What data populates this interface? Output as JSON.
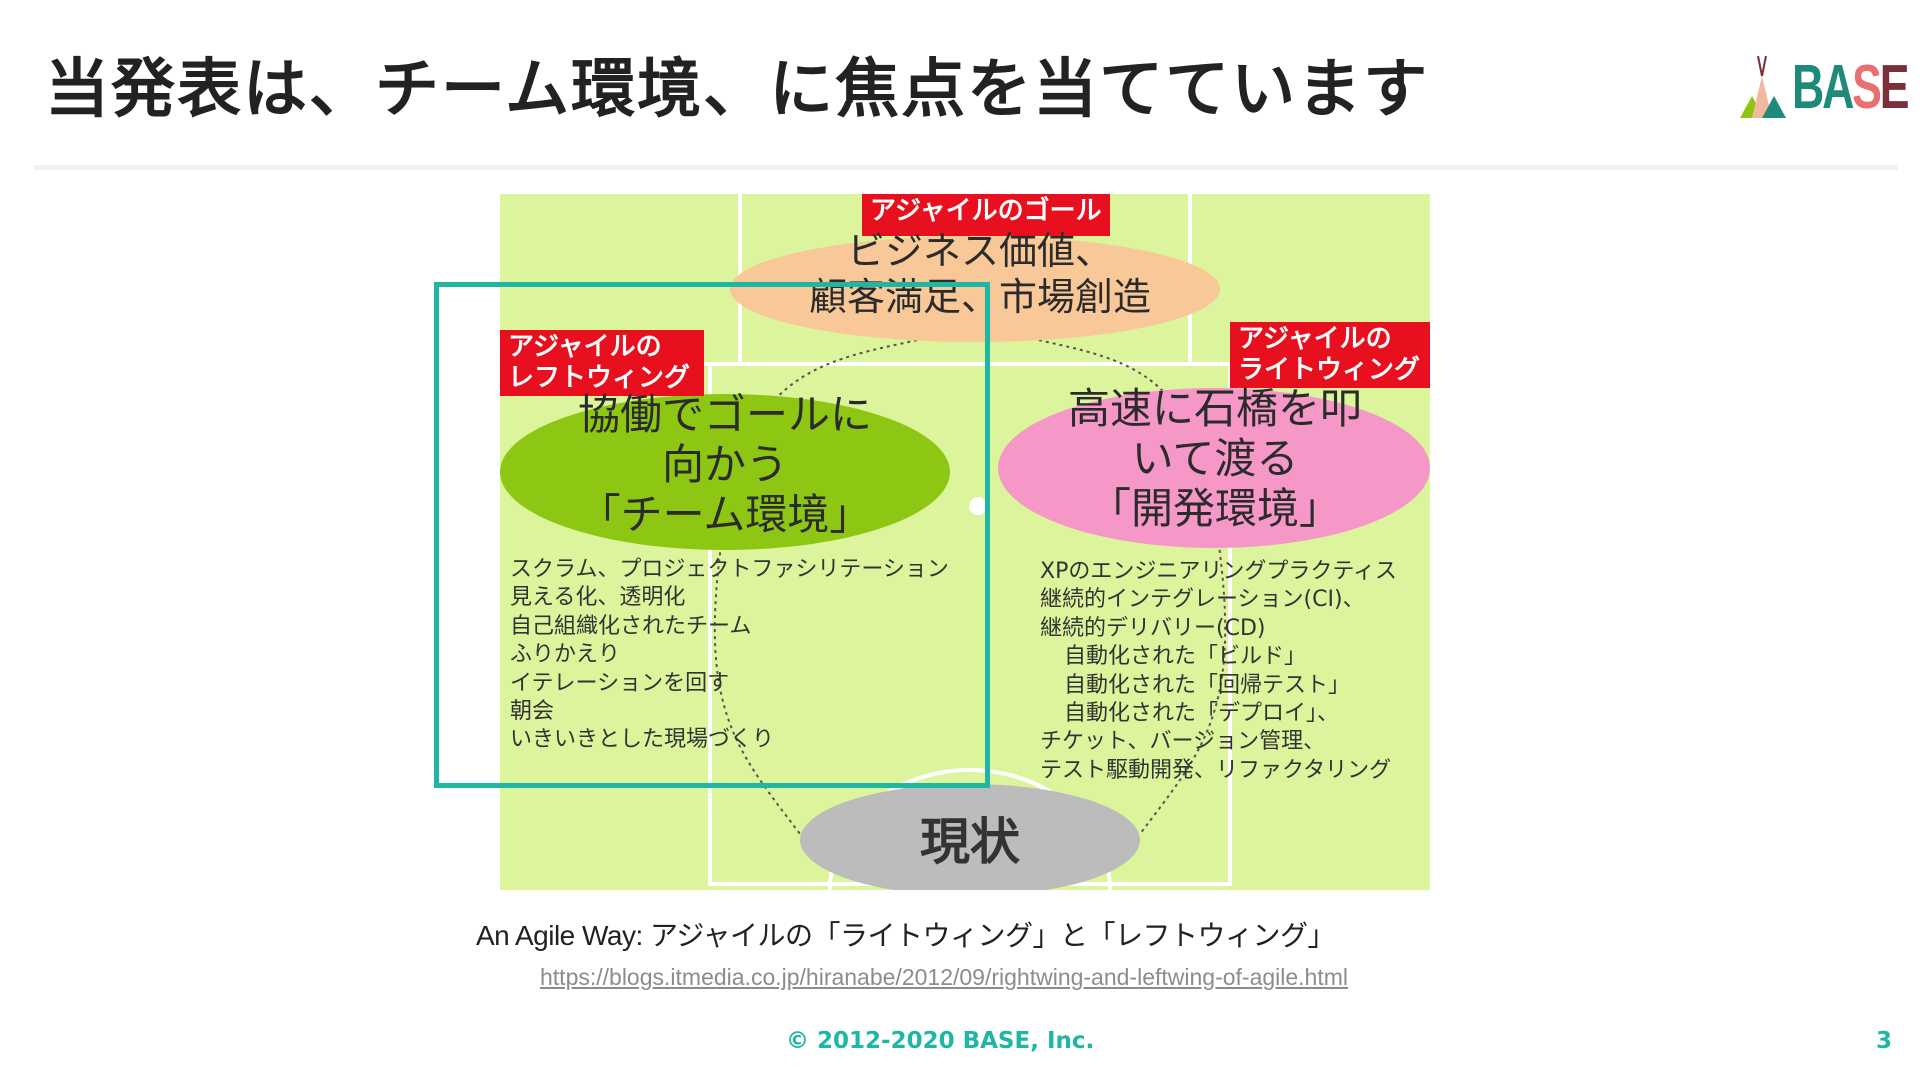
{
  "slide": {
    "title": "当発表は、チーム環境、に焦点を当てています",
    "logo": "BASE",
    "page_number": "3",
    "footer": "© 2012-2020 BASE, Inc."
  },
  "figure": {
    "goal_tag": "アジャイルのゴール",
    "goal_text": [
      "ビジネス価値、",
      "顧客満足、市場創造"
    ],
    "left_tag": [
      "アジャイルの",
      "レフトウィング"
    ],
    "right_tag": [
      "アジャイルの",
      "ライトウィング"
    ],
    "team_text": [
      "協働でゴールに",
      "向かう",
      "「チーム環境」"
    ],
    "dev_text": [
      "高速に石橋を叩",
      "いて渡る",
      "「開発環境」"
    ],
    "left_items": [
      "スクラム、プロジェクトファシリテーション",
      "見える化、透明化",
      "自己組織化されたチーム",
      "ふりかえり",
      "イテレーションを回す",
      "朝会",
      "いきいきとした現場づくり"
    ],
    "right_items": [
      "XPのエンジニアリングプラクティス",
      "継続的インテグレーション(CI)、",
      "継続的デリバリー(CD)",
      "自動化された「ビルド」",
      "自動化された「回帰テスト」",
      "自動化された「デプロイ」、",
      "チケット、バージョン管理、",
      "テスト駆動開発、リファクタリング"
    ],
    "now_text": "現状"
  },
  "caption": "An Agile Way: アジャイルの「ライトウィング」と「レフトウィング」",
  "link": "https://blogs.itmedia.co.jp/hiranabe/2012/09/rightwing-and-leftwing-of-agile.html",
  "colors": {
    "accent": "#1fb7a4",
    "tag_red": "#e8101e",
    "field_green": "#dcf49b"
  }
}
